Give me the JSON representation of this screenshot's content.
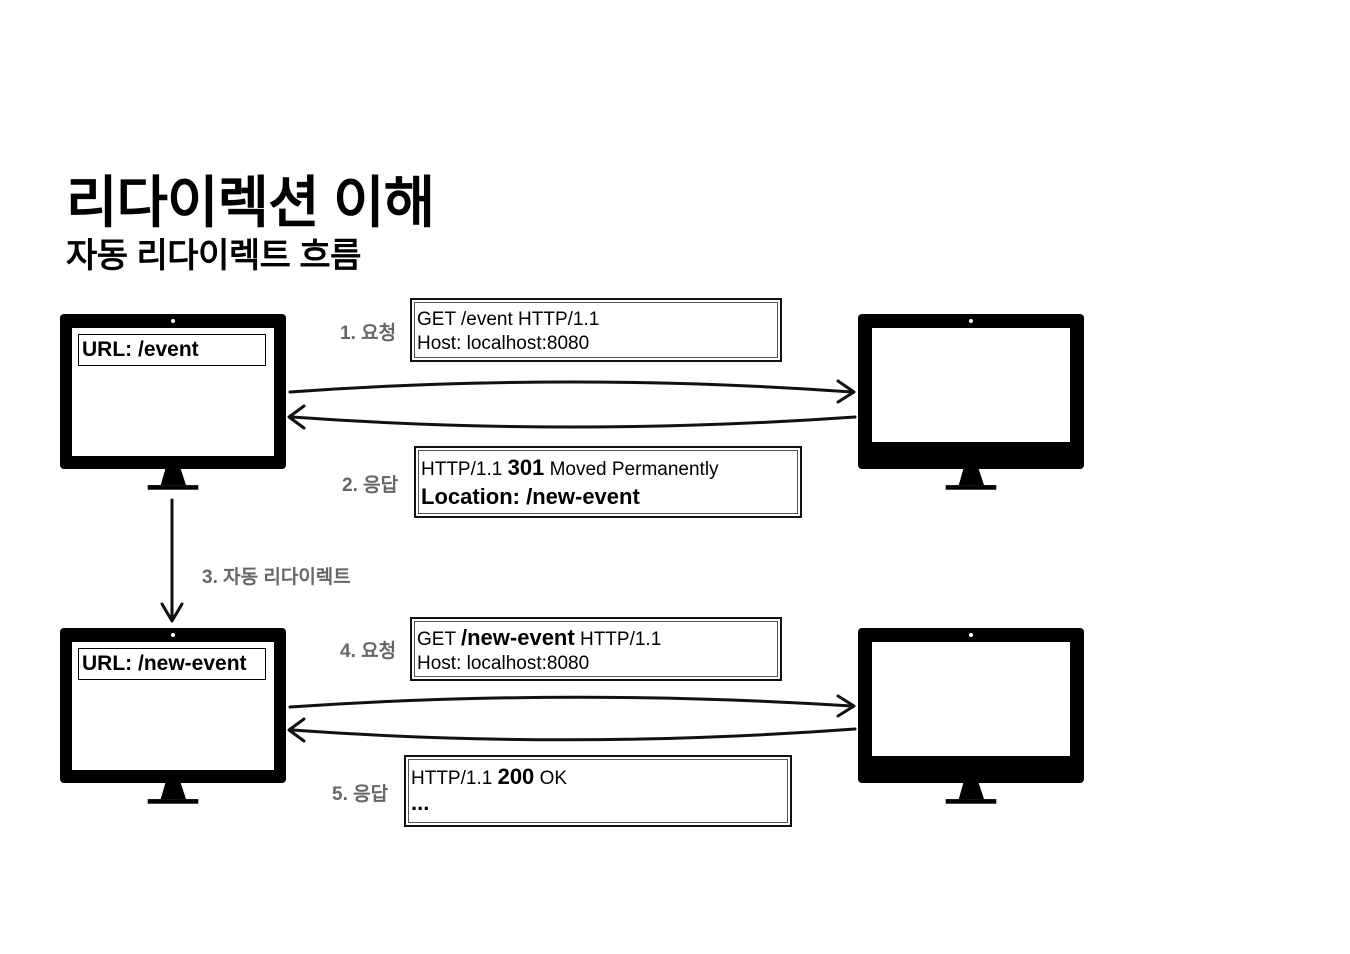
{
  "title": "리다이렉션 이해",
  "subtitle": "자동 리다이렉트 흐름",
  "clients": [
    {
      "url_label": "URL: /event"
    },
    {
      "url_label": "URL: /new-event"
    }
  ],
  "steps": {
    "s1": "1. 요청",
    "s2": "2. 응답",
    "s3": "3. 자동 리다이렉트",
    "s4": "4. 요청",
    "s5": "5. 응답"
  },
  "messages": {
    "req1": {
      "line1": "GET /event HTTP/1.1",
      "line2": "Host: localhost:8080"
    },
    "res1": {
      "line1_a": "HTTP/1.1 ",
      "line1_code": "301",
      "line1_b": " Moved Permanently",
      "line2": "Location: /new-event"
    },
    "req2": {
      "line1_a": "GET ",
      "line1_path": "/new-event",
      "line1_b": " HTTP/1.1",
      "line2": "Host: localhost:8080"
    },
    "res2": {
      "line1_a": "HTTP/1.1 ",
      "line1_code": "200",
      "line1_b": " OK",
      "line2": "..."
    }
  }
}
